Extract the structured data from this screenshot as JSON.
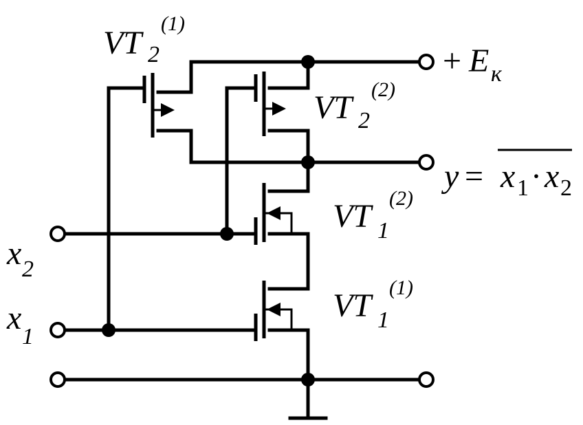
{
  "labels": {
    "vt2_1": {
      "base": "VT",
      "sub": "2",
      "sup": "(1)"
    },
    "vt2_2": {
      "base": "VT",
      "sub": "2",
      "sup": "(2)"
    },
    "vt1_2": {
      "base": "VT",
      "sub": "1",
      "sup": "(2)"
    },
    "vt1_1": {
      "base": "VT",
      "sub": "1",
      "sup": "(1)"
    },
    "supply": {
      "sign": "+",
      "base": "E",
      "sub": "к"
    },
    "output": {
      "lhs": "y",
      "eq": "=",
      "x1": "x",
      "x1_sub": "1",
      "dot": "·",
      "x2": "x",
      "x2_sub": "2"
    },
    "input_x2": {
      "base": "x",
      "sub": "2"
    },
    "input_x1": {
      "base": "x",
      "sub": "1"
    }
  },
  "colors": {
    "line": "#000000",
    "background": "#ffffff"
  }
}
